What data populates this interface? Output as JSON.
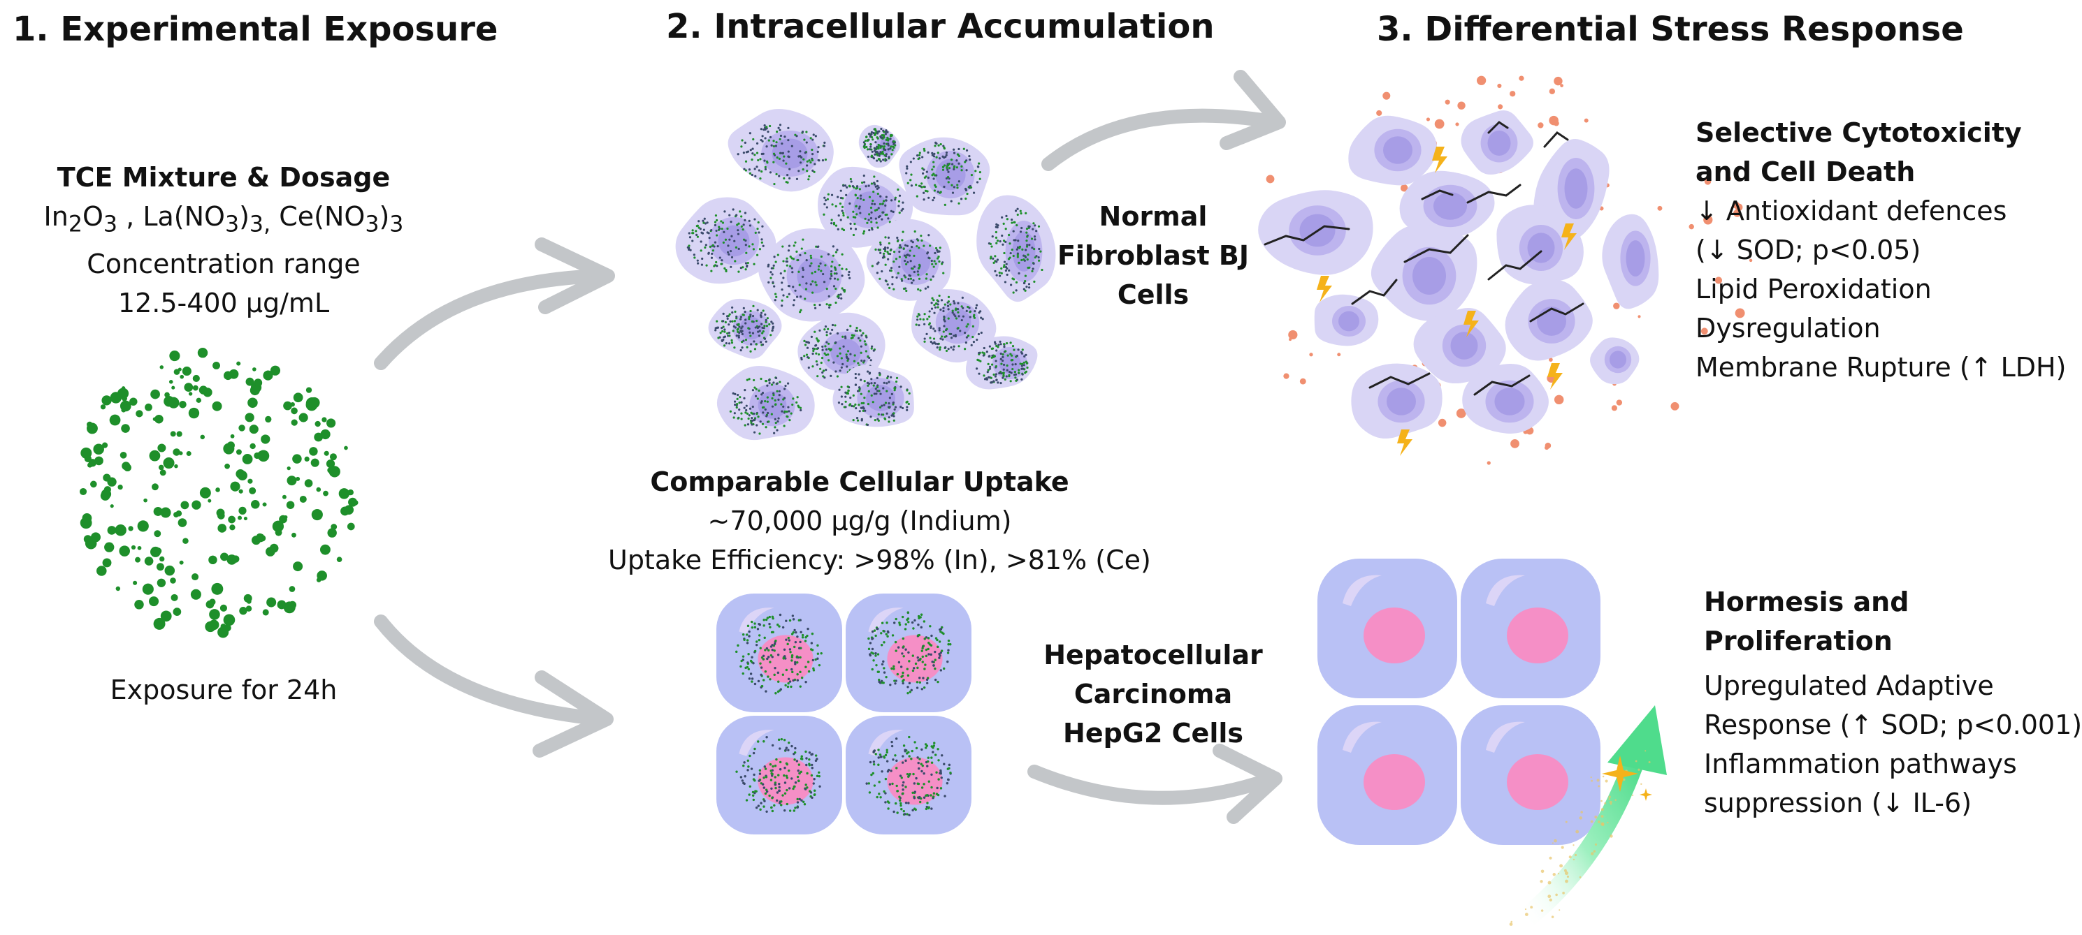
{
  "headers": {
    "exposure": "1. Experimental Exposure",
    "accumulation": "2. Intracellular Accumulation",
    "response": "3. Differential Stress Response"
  },
  "exposure": {
    "title": "TCE Mixture & Dosage",
    "compounds": {
      "in_base": "In",
      "in_sub1": "2",
      "in_mid": "O",
      "in_sub2": "3",
      "sep1": " , ",
      "la_base": "La(NO",
      "la_sub1": "3",
      "la_close": ")",
      "la_sub2": "3,",
      "sep2": " ",
      "ce_base": "Ce(NO",
      "ce_sub1": "3",
      "ce_close": ")",
      "ce_sub2": "3"
    },
    "range_label": "Concentration range",
    "range_value": "12.5-400 µg/mL",
    "duration": "Exposure for 24h"
  },
  "accumulation": {
    "title": "Comparable Cellular Uptake",
    "amount": "~70,000 µg/g (Indium)",
    "efficiency": "Uptake Efficiency: >98% (In), >81% (Ce)"
  },
  "cell_lines": {
    "normal": [
      "Normal",
      "Fibroblast BJ",
      "Cells"
    ],
    "cancer": [
      "Hepatocellular",
      "Carcinoma",
      "HepG2 Cells"
    ]
  },
  "outcome_normal": {
    "title": [
      "Selective Cytotoxicity",
      "and Cell Death"
    ],
    "items": [
      "↓ Antioxidant defences",
      "(↓ SOD; p<0.05)",
      "Lipid Peroxidation",
      "Dysregulation",
      "Membrane Rupture (↑ LDH)"
    ]
  },
  "outcome_cancer": {
    "title": [
      "Hormesis and",
      "Proliferation"
    ],
    "items": [
      "Upregulated Adaptive",
      "Response (↑ SOD; p<0.001)",
      "Inflammation pathways",
      "suppression (↓ IL-6)"
    ]
  },
  "colors": {
    "nanoparticle": "#1e8f2a",
    "fibroblast_cell": "#d9d5f5",
    "fibroblast_nucleus": "#a79de6",
    "hepg2_cell": "#b9c1f5",
    "hepg2_nucleus": "#f58fc6",
    "arrow": "#c3c6c9",
    "debris": "#f08f70",
    "lightning": "#f5b21a",
    "growth_arrow": "#5fe29b"
  },
  "icons": [
    "nanoparticle-cloud",
    "curved-arrow",
    "fibroblast-cell",
    "hepg2-cell",
    "crack",
    "lightning-bolt",
    "sparkle-star",
    "growth-arrow"
  ]
}
